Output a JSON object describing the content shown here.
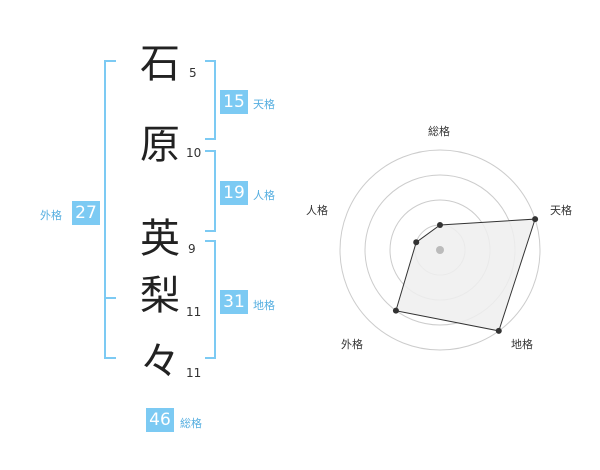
{
  "name_chars": [
    {
      "char": "石",
      "strokes": "5"
    },
    {
      "char": "原",
      "strokes": "10"
    },
    {
      "char": "英",
      "strokes": "9"
    },
    {
      "char": "梨",
      "strokes": "11"
    },
    {
      "char": "々",
      "strokes": "11"
    }
  ],
  "fortunes": {
    "tenkaku": {
      "value": "15",
      "label": "天格"
    },
    "jinkaku": {
      "value": "19",
      "label": "人格"
    },
    "chikaku": {
      "value": "31",
      "label": "地格"
    },
    "gaikaku": {
      "value": "27",
      "label": "外格"
    },
    "soukaku": {
      "value": "46",
      "label": "総格"
    }
  },
  "radar": {
    "axes": [
      "総格",
      "天格",
      "地格",
      "外格",
      "人格"
    ],
    "levels": 4,
    "values": [
      1,
      4,
      4,
      3,
      1
    ],
    "max": 4,
    "colors": {
      "ring": "#cccccc",
      "fill": "#efefef",
      "stroke": "#333333",
      "point": "#333333",
      "center": "#bbbbbb"
    }
  }
}
